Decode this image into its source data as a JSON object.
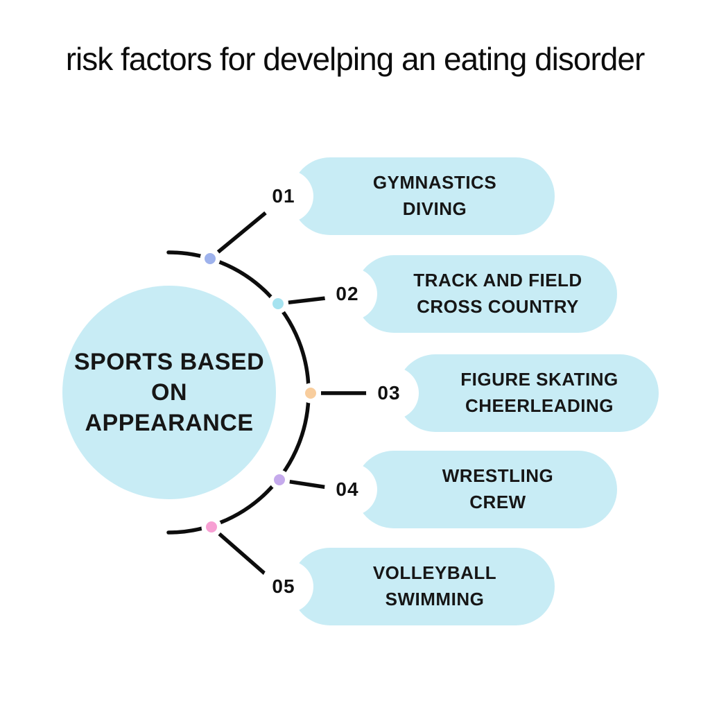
{
  "title": "risk factors for develping an eating disorder",
  "center": {
    "lines": [
      "SPORTS BASED",
      "ON",
      "APPEARANCE"
    ]
  },
  "items": [
    {
      "number": "01",
      "lines": [
        "GYMNASTICS",
        "DIVING"
      ],
      "dot_color": "#9EB2EC"
    },
    {
      "number": "02",
      "lines": [
        "TRACK AND FIELD",
        "CROSS COUNTRY"
      ],
      "dot_color": "#A6E3F0"
    },
    {
      "number": "03",
      "lines": [
        "FIGURE SKATING",
        "CHEERLEADING"
      ],
      "dot_color": "#F8CD9D"
    },
    {
      "number": "04",
      "lines": [
        "WRESTLING",
        "CREW"
      ],
      "dot_color": "#C5AAEC"
    },
    {
      "number": "05",
      "lines": [
        "VOLLEYBALL",
        "SWIMMING"
      ],
      "dot_color": "#F79FD3"
    }
  ],
  "colors": {
    "node_bg": "#C8ECF5",
    "connector": "#0D0D0D",
    "text": "#1A1A1A",
    "background": "#FFFFFF"
  }
}
